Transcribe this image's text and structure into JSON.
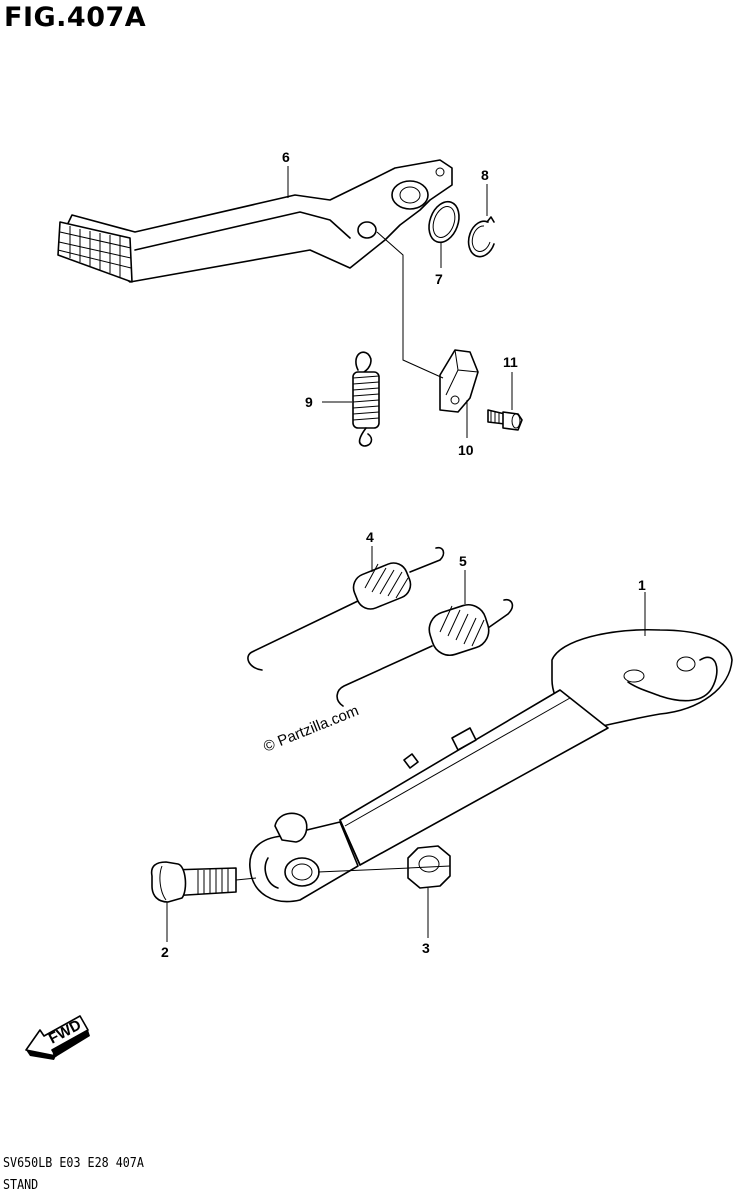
{
  "figure": {
    "title": "FIG.407A"
  },
  "callouts": [
    {
      "number": "1"
    },
    {
      "number": "2"
    },
    {
      "number": "3"
    },
    {
      "number": "4"
    },
    {
      "number": "5"
    },
    {
      "number": "6"
    },
    {
      "number": "7"
    },
    {
      "number": "8"
    },
    {
      "number": "9"
    },
    {
      "number": "10"
    },
    {
      "number": "11"
    }
  ],
  "watermark": "© Partzilla.com",
  "direction_marker": {
    "label": "FWD"
  },
  "footer": {
    "code": "SV650LB  E03  E28  407A",
    "name": "STAND"
  }
}
